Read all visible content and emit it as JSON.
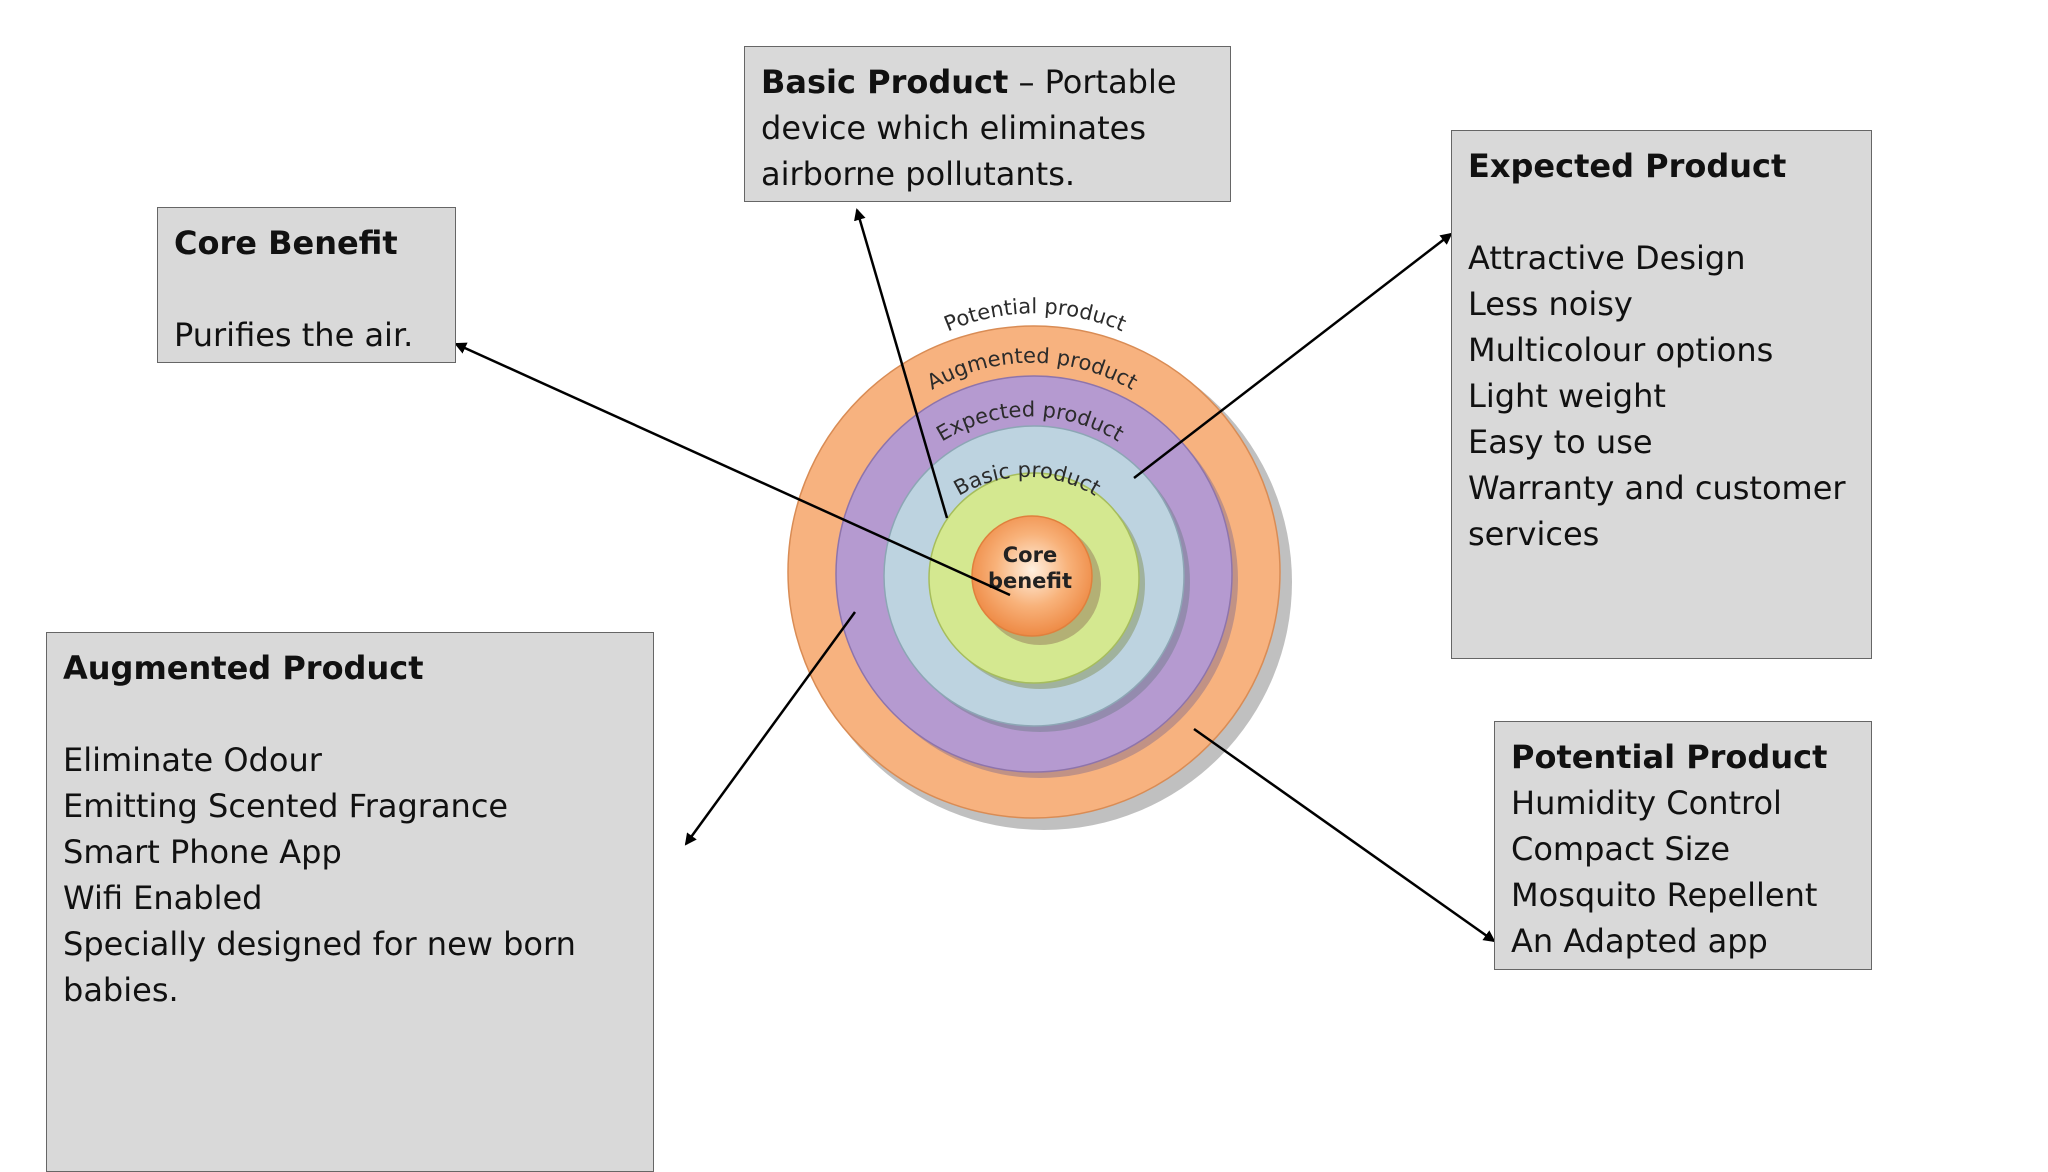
{
  "colors": {
    "box_bg": "#d9d9d9",
    "potential_ring": "#f7b27f",
    "augmented_ring": "#b59ad0",
    "expected_ring": "#bdd3e0",
    "basic_ring": "#d4e890",
    "core": "#f59a5a"
  },
  "diagram": {
    "ring_labels": {
      "potential": "Potential product",
      "augmented": "Augmented product",
      "expected": "Expected product",
      "basic": "Basic product"
    },
    "core_label_1": "Core",
    "core_label_2": "benefit"
  },
  "core_benefit": {
    "title": "Core Benefit",
    "lines": [
      "Purifies the air."
    ]
  },
  "basic_product": {
    "title": "Basic Product",
    "title_suffix": " – Portable",
    "lines": [
      "device which eliminates",
      "airborne pollutants."
    ]
  },
  "expected_product": {
    "title": "Expected Product",
    "lines": [
      "Attractive Design",
      "Less noisy",
      "Multicolour options",
      "Light weight",
      "Easy to use",
      "Warranty and customer",
      "services"
    ]
  },
  "augmented_product": {
    "title": "Augmented Product",
    "lines": [
      "Eliminate Odour",
      "Emitting Scented Fragrance",
      "Smart Phone App",
      "Wifi Enabled",
      "Specially designed for new born",
      "babies."
    ]
  },
  "potential_product": {
    "title": "Potential Product",
    "lines": [
      "Humidity Control",
      "Compact Size",
      "Mosquito Repellent",
      "An Adapted app"
    ]
  }
}
